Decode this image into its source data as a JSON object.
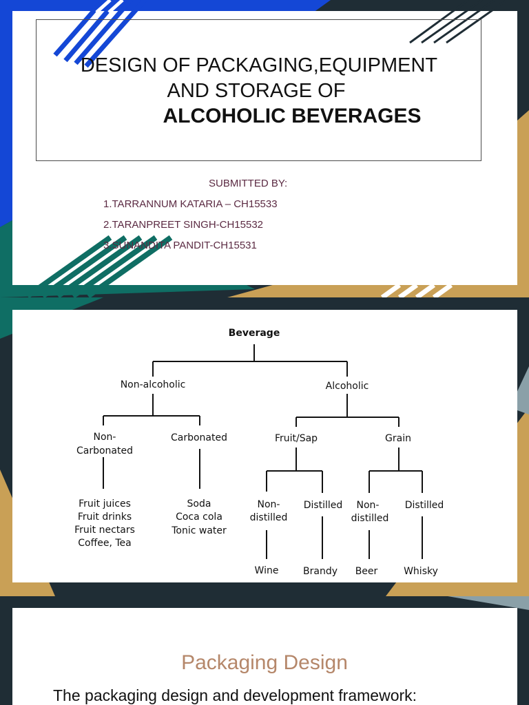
{
  "slide1": {
    "title_line1": "DESIGN OF PACKAGING,EQUIPMENT",
    "title_line2": "AND STORAGE OF",
    "title_line3": "ALCOHOLIC BEVERAGES",
    "submitted_by": "SUBMITTED BY:",
    "authors": [
      "1.TARRANNUM KATARIA – CH15533",
      "2.TARANPREET SINGH-CH15532",
      "3.SUNANDITA PANDIT-CH15531"
    ],
    "colors": {
      "blue": "#1447d6",
      "teal": "#0f6e64",
      "gold": "#c9a056",
      "dark": "#1f2d35"
    }
  },
  "slide2": {
    "tree": {
      "root": "Beverage",
      "non_alcoholic": "Non-alcoholic",
      "alcoholic": "Alcoholic",
      "non_carbonated": [
        "Non-",
        "Carbonated"
      ],
      "carbonated": "Carbonated",
      "fruit_sap": "Fruit/Sap",
      "grain": "Grain",
      "non_carbonated_items": [
        "Fruit juices",
        "Fruit drinks",
        "Fruit nectars",
        "Coffee, Tea"
      ],
      "carbonated_items": [
        "Soda",
        "Coca cola",
        "Tonic water"
      ],
      "fruit_non_distilled": [
        "Non-",
        "distilled"
      ],
      "fruit_distilled": "Distilled",
      "grain_non_distilled": [
        "Non-",
        "distilled"
      ],
      "grain_distilled": "Distilled",
      "wine": "Wine",
      "brandy": "Brandy",
      "beer": "Beer",
      "whisky": "Whisky"
    }
  },
  "slide3": {
    "title": "Packaging Design",
    "text": "The packaging design and development framework:"
  }
}
